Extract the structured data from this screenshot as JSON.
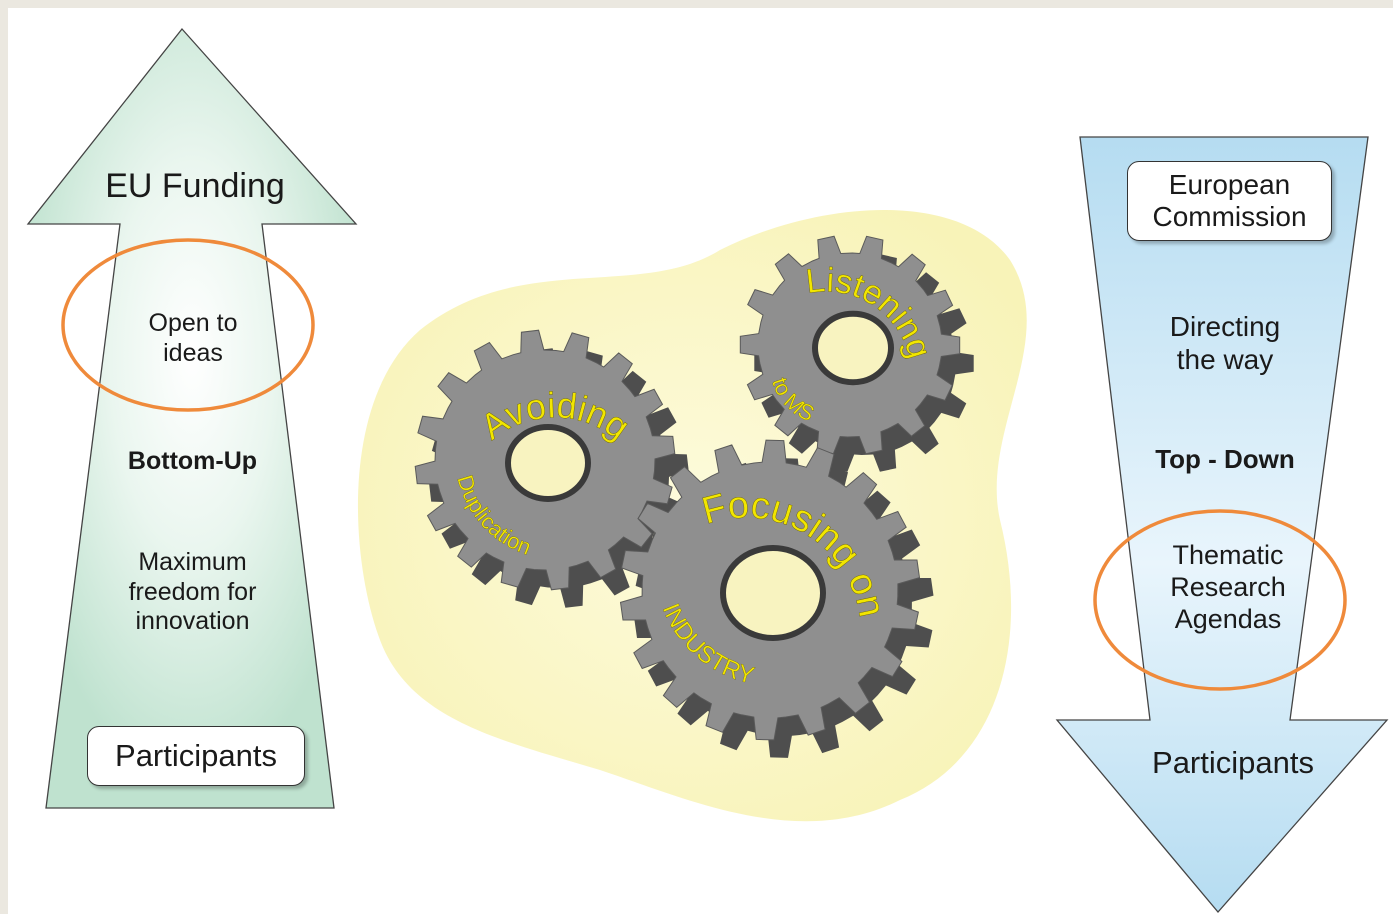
{
  "left_arrow": {
    "title": "EU Funding",
    "point1": "Open to ideas",
    "approach": "Bottom-Up",
    "point2": "Maximum freedom for innovation",
    "base": "Participants"
  },
  "right_arrow": {
    "top": "European Commission",
    "point1": "Directing the way",
    "approach": "Top - Down",
    "point2": "Thematic Research Agendas",
    "bottom": "Participants"
  },
  "gears": {
    "gear1_top": "Avoiding",
    "gear1_bottom": "Duplication",
    "gear2_top": "Listening",
    "gear2_bottom": "to MS",
    "gear3_top": "Focusing on",
    "gear3_bottom": "INDUSTRY"
  },
  "colors": {
    "left_arrow_fill": "#c9e8d8",
    "right_arrow_fill": "#bfe3f5",
    "blob": "#fbf7c6",
    "gear": "#8f8f8f",
    "gear_text": "#f2e600",
    "highlight": "#ef8a3b"
  }
}
